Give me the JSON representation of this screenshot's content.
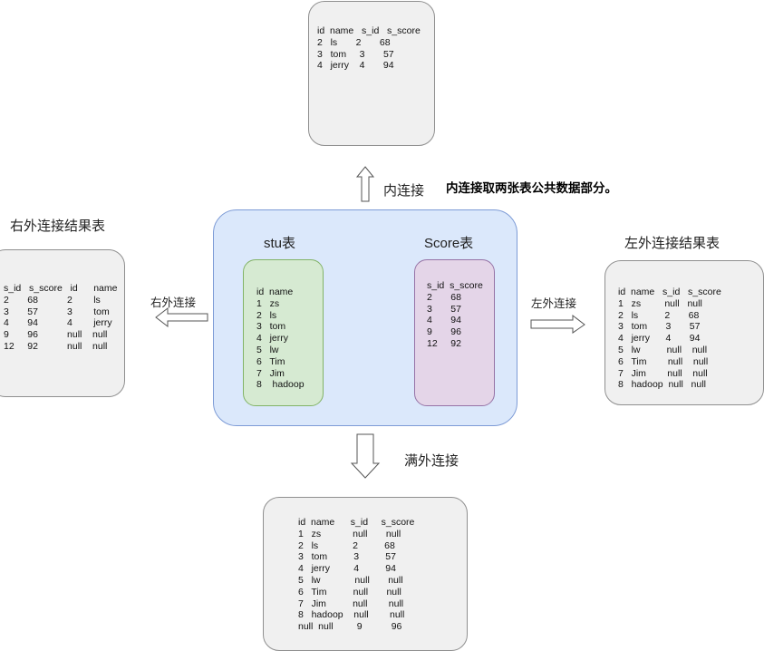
{
  "diagram": {
    "inner": {
      "arrow_label": "内连接",
      "note": "内连接取两张表公共数据部分。",
      "result_table": "id  name   s_id   s_score\n2   ls       2       68\n3   tom     3       57\n4   jerry    4       94"
    },
    "left_outer": {
      "title": "左外连接结果表",
      "arrow_label": "左外连接",
      "result_table": "id  name   s_id   s_score\n1   zs         null   null\n2   ls          2       68\n3   tom       3       57\n4   jerry      4       94\n5   lw          null    null\n6   Tim        null    null\n7   Jim        null    null\n8   hadoop  null   null"
    },
    "right_outer": {
      "title": "右外连接结果表",
      "arrow_label": "右外连接",
      "result_table": "s_id   s_score   id      name\n2       68           2        ls\n3       57           3        tom\n4       94           4        jerry\n9       96           null    null\n12     92           null    null"
    },
    "full_outer": {
      "arrow_label": "满外连接",
      "result_table": "id  name      s_id     s_score\n1   zs            null       null\n2   ls             2          68\n3   tom          3          57\n4   jerry         4          94\n5   lw             null       null\n6   Tim          null       null\n7   Jim          null        null\n8   hadoop    null        null\nnull  null         9           96"
    },
    "stu": {
      "title": "stu表",
      "table": "id  name\n1   zs\n2   ls\n3   tom\n4   jerry\n5   lw\n6   Tim\n7   Jim\n8    hadoop"
    },
    "score": {
      "title": "Score表",
      "table": "s_id  s_score\n2       68\n3       57\n4       94\n9       96\n12     92"
    }
  },
  "colors": {
    "center_fill": "#dbe8fb",
    "center_border": "#7d9bd6",
    "stu_fill": "#d6ead2",
    "stu_border": "#82b366",
    "score_fill": "#e4d5e8",
    "score_border": "#9673a6",
    "result_fill": "#f0f0f0",
    "result_border": "#8f8f8f"
  }
}
